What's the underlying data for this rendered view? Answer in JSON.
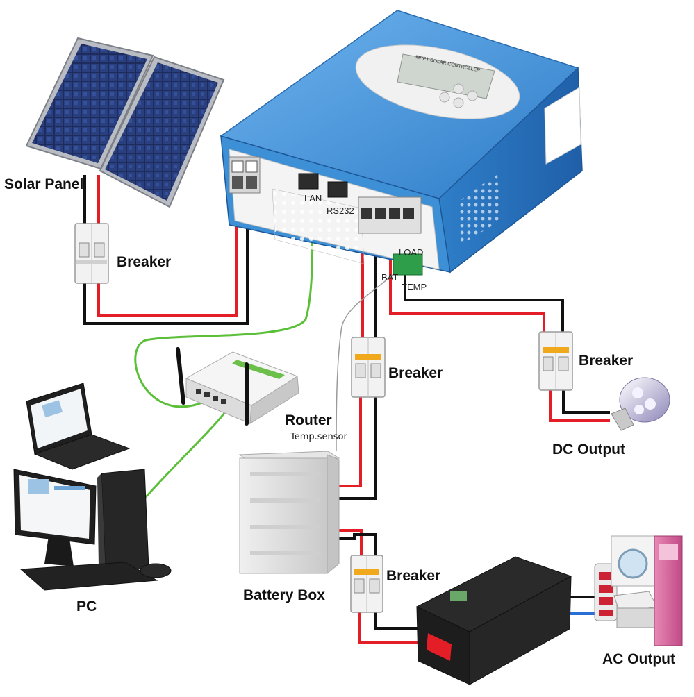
{
  "labels": {
    "solar_panel": "Solar Panel",
    "breaker_pv": "Breaker",
    "breaker_battery": "Breaker",
    "breaker_dc": "Breaker",
    "breaker_inverter": "Breaker",
    "router": "Router",
    "temp_sensor": "Temp.sensor",
    "dc_output": "DC Output",
    "battery_box": "Battery Box",
    "pc": "PC",
    "ac_output": "AC Output"
  },
  "controller": {
    "front_title": "MPPT SOLAR CONTROLLER",
    "port_lan": "LAN",
    "port_rs232": "RS232",
    "terminal_load": "LOAD",
    "terminal_bat": "BAT",
    "terminal_temp": "TEMP"
  },
  "colors": {
    "controller_blue": "#3d8fd6",
    "wire_red": "#e41e26",
    "wire_black": "#111111",
    "wire_green": "#5cbf3a",
    "wire_blue": "#2a6fd6"
  }
}
